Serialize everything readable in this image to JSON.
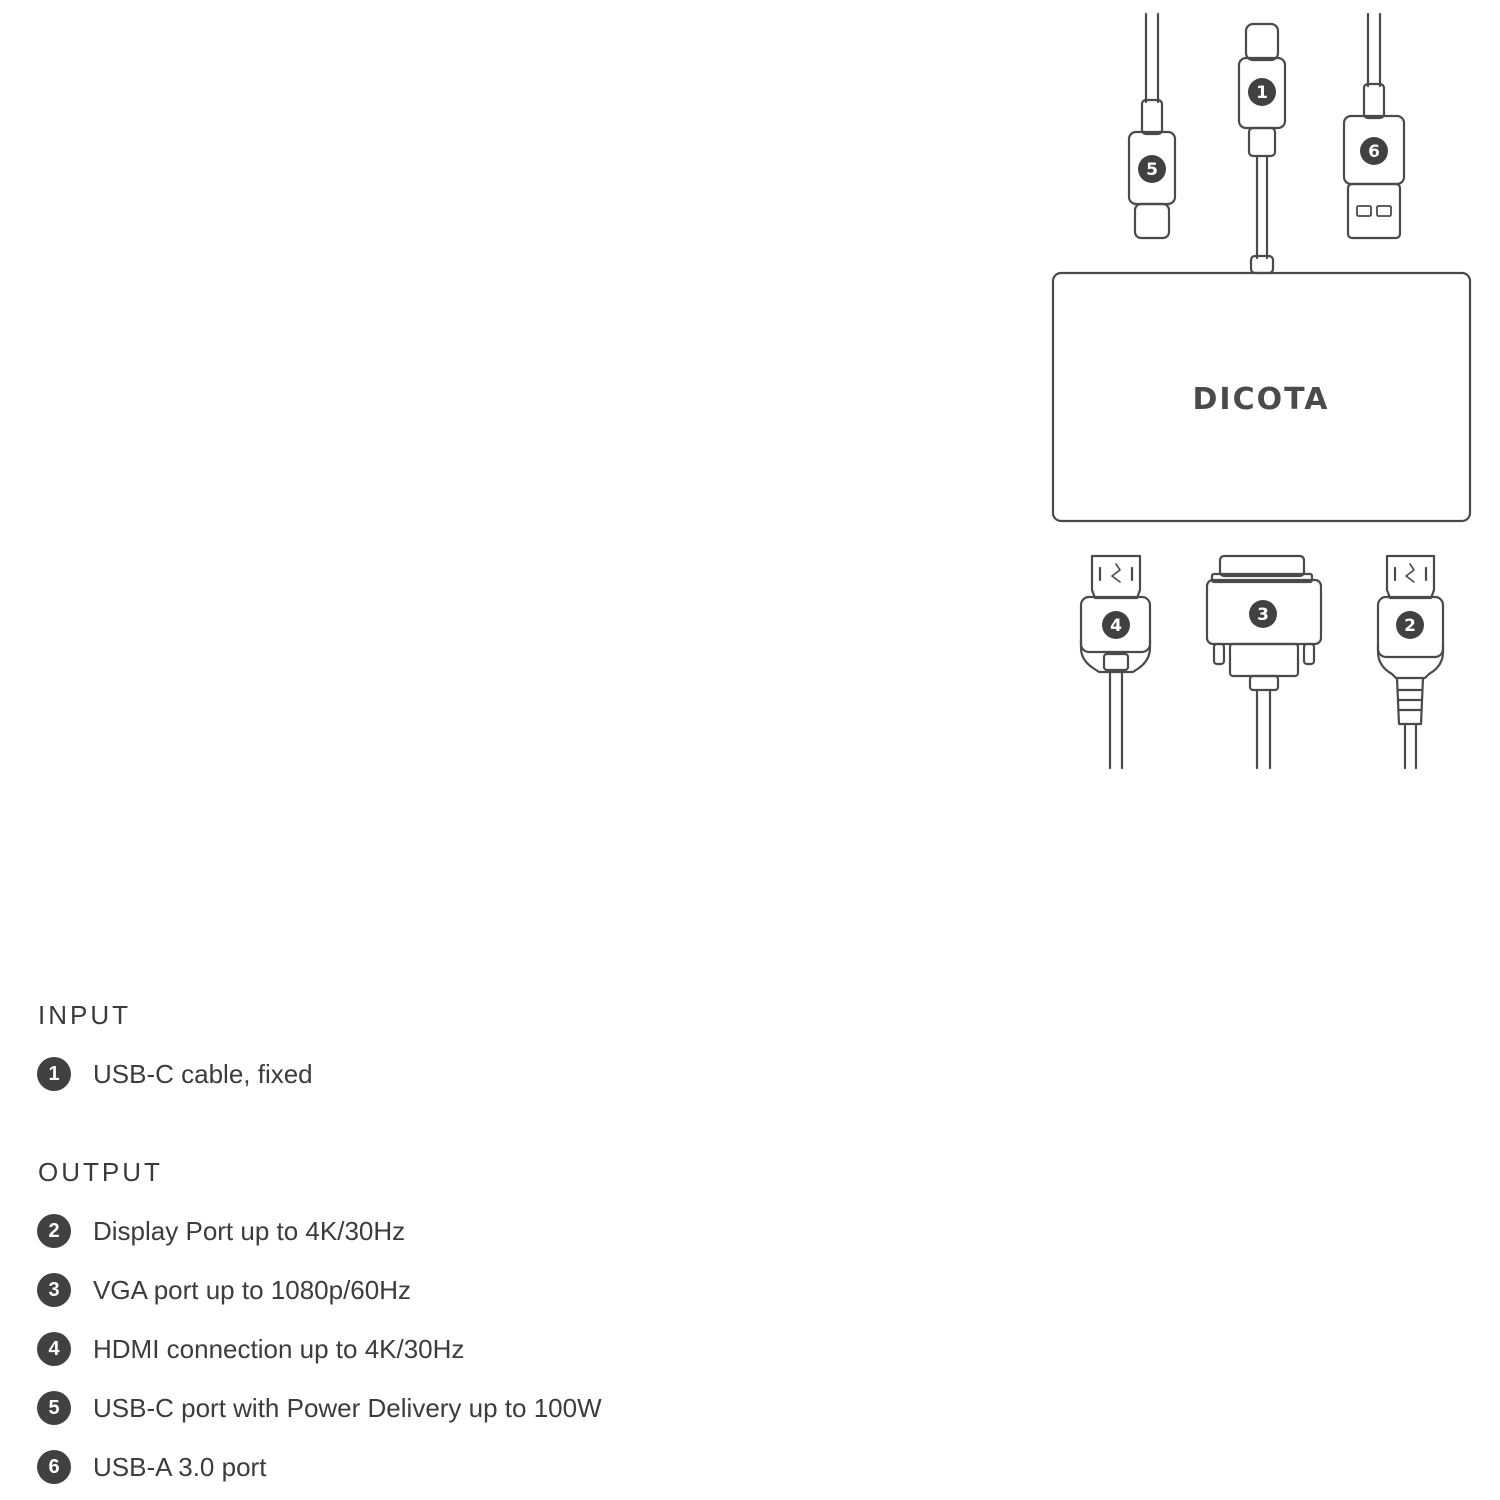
{
  "brand": "DICOTA",
  "diagram": {
    "connectors": [
      {
        "number": "1"
      },
      {
        "number": "5"
      },
      {
        "number": "6"
      },
      {
        "number": "4"
      },
      {
        "number": "3"
      },
      {
        "number": "2"
      }
    ]
  },
  "legend": {
    "input": {
      "title": "INPUT",
      "items": [
        {
          "number": "1",
          "text": "USB-C cable, fixed"
        }
      ]
    },
    "output": {
      "title": "OUTPUT",
      "items": [
        {
          "number": "2",
          "text": "Display Port up to 4K/30Hz"
        },
        {
          "number": "3",
          "text": "VGA port up to 1080p/60Hz"
        },
        {
          "number": "4",
          "text": "HDMI connection up to 4K/30Hz"
        },
        {
          "number": "5",
          "text": "USB-C port with Power Delivery up to 100W"
        },
        {
          "number": "6",
          "text": "USB-A 3.0 port"
        }
      ]
    }
  },
  "colors": {
    "line": "#4a4a4a",
    "badge": "#414141",
    "text": "#3a3a3a"
  }
}
